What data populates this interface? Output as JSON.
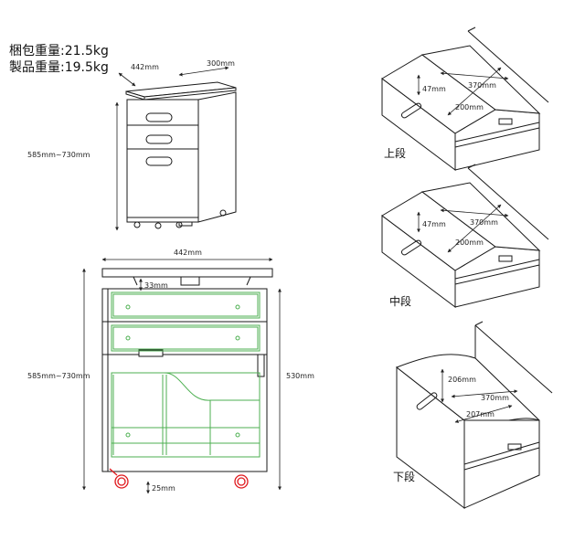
{
  "weights": {
    "package": "梱包重量:21.5kg",
    "product": "製品重量:19.5kg"
  },
  "top_view": {
    "width": "442mm",
    "depth": "300mm",
    "height": "585mm~730mm"
  },
  "front_view": {
    "width": "442mm",
    "height": "585mm~730mm",
    "inner_height": "530mm",
    "top_gap": "33mm",
    "bottom_gap": "25mm"
  },
  "drawers": [
    {
      "label": "上段",
      "height": "47mm",
      "depth": "370mm",
      "width": "200mm"
    },
    {
      "label": "中段",
      "height": "47mm",
      "depth": "370mm",
      "width": "200mm"
    },
    {
      "label": "下段",
      "height": "206mm",
      "depth": "370mm",
      "width": "207mm"
    }
  ],
  "colors": {
    "line": "#1a1a1a",
    "green": "#4caf50",
    "red": "#e0191e"
  }
}
